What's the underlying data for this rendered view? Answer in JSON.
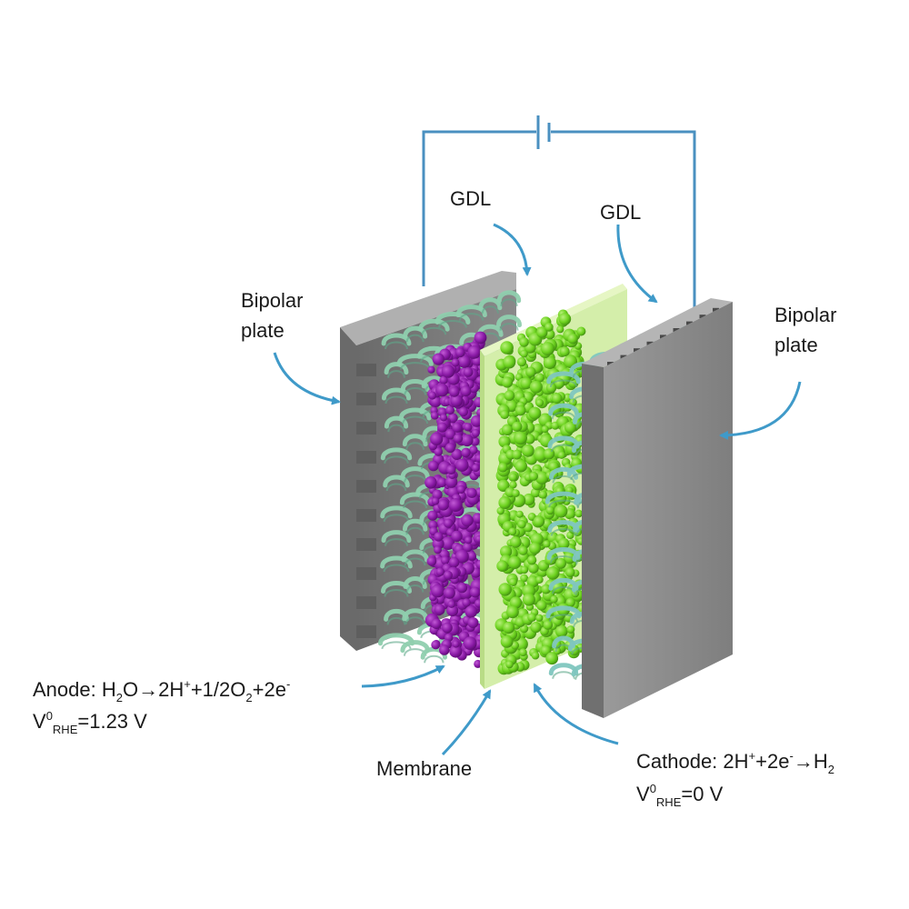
{
  "labels": {
    "gdl_left": "GDL",
    "gdl_right": "GDL",
    "bipolar_left": {
      "line1": "Bipolar",
      "line2": "plate"
    },
    "bipolar_right": {
      "line1": "Bipolar",
      "line2": "plate"
    },
    "membrane": "Membrane",
    "anode": {
      "prefix": "Anode:",
      "h": "H",
      "sub2a": "2",
      "o_arrow": "O→2H",
      "plus_sup": "+",
      "half": "+1/2O",
      "sub2b": "2",
      "e_term": "+2e",
      "minus_sup": "-",
      "v": "V",
      "v_sup": "0",
      "v_sub": "RHE",
      "v_value": "=1.23 V"
    },
    "cathode": {
      "prefix": "Cathode:",
      "two_h": "2H",
      "plus_sup": "+",
      "two_e": "+2e",
      "minus_sup": "-",
      "arrow_h": "→H",
      "sub2": "2",
      "v": "V",
      "v_sup": "0",
      "v_sub": "RHE",
      "v_value": "=0 V"
    }
  },
  "colors": {
    "bipolar_plate": "#8a8a8a",
    "bipolar_plate_dark": "#5e5e5e",
    "gdl_fiber": "#8fcfae",
    "gdl_fiber_right": "#7fc6bf",
    "anode_catalyst": "#8a1aa6",
    "cathode_catalyst": "#6cd21e",
    "membrane": "#d4eeaa",
    "circuit_wire": "#4a90c0",
    "arrow": "#3f9ac9",
    "text": "#1a1a1a"
  }
}
